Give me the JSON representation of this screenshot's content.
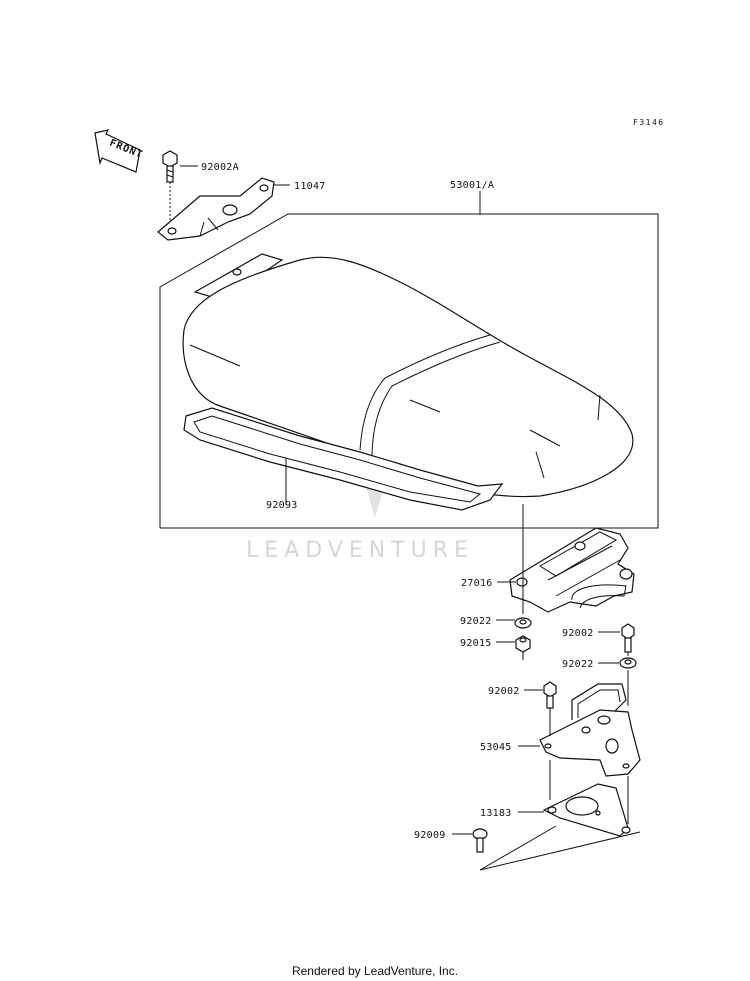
{
  "figure_id": "F3146",
  "front_label": "FRONT",
  "watermark": "LEADVENTURE",
  "footer": "Rendered by LeadVenture, Inc.",
  "parts": {
    "p92002A": "92002A",
    "p11047": "11047",
    "p53001A": "53001/A",
    "p92093": "92093",
    "p27016": "27016",
    "p92022a": "92022",
    "p92015": "92015",
    "p92002a": "92002",
    "p92022b": "92022",
    "p92002b": "92002",
    "p53045": "53045",
    "p13183": "13183",
    "p92009": "92009"
  }
}
